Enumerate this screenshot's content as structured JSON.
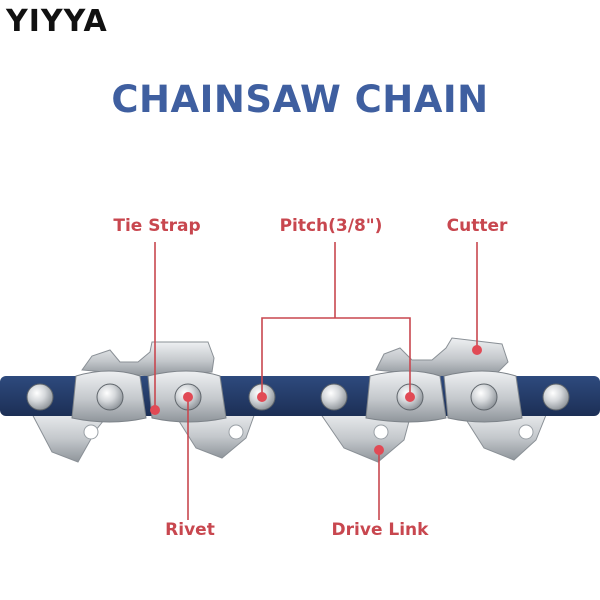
{
  "brand": "YIYYA",
  "title": "CHAINSAW CHAIN",
  "colors": {
    "title": "#3f5fa0",
    "label": "#c8474f",
    "chain_blue": "#233a66",
    "steel": "#c9ccd0",
    "callout_dot": "#e14a55"
  },
  "labels": {
    "tie_strap": "Tie Strap",
    "pitch": "Pitch(3/8\")",
    "cutter": "Cutter",
    "rivet": "Rivet",
    "drive_link": "Drive Link"
  }
}
